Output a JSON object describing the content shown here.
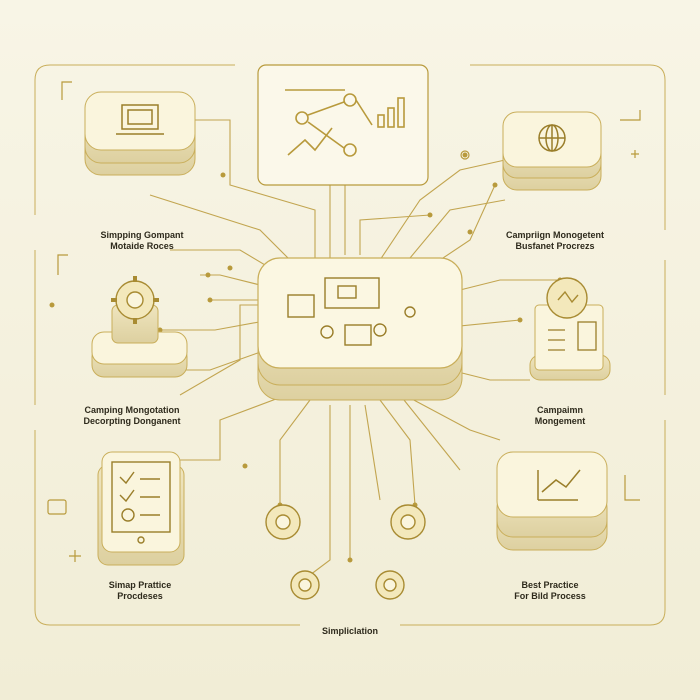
{
  "labels": {
    "top_left": {
      "line1": "Simpping Gompant",
      "line2": "Motaide Roces"
    },
    "top_right": {
      "line1": "Campriign Monogetent",
      "line2": "Busfanet Procrezs"
    },
    "middle_left": {
      "line1": "Camping Mongotation",
      "line2": "Decorpting Donganent"
    },
    "middle_right": {
      "line1": "Campaimn",
      "line2": "Mongement"
    },
    "bottom_left": {
      "line1": "Simap Prattice",
      "line2": "Procdeses"
    },
    "bottom_right": {
      "line1": "Best Practice",
      "line2": "For Bild Process"
    },
    "footer": "Simpliclation"
  },
  "colors": {
    "background": "#f6f3e2",
    "accent_gold": "#b89a3c",
    "block_face": "#f7f1d6",
    "block_side": "#e8ddb0",
    "text": "#2e2a1c"
  },
  "icons": [
    "laptop-icon",
    "chart-icon",
    "globe-icon",
    "gear-icon",
    "cube-icon",
    "tablet-icon",
    "dashboard-icon"
  ]
}
